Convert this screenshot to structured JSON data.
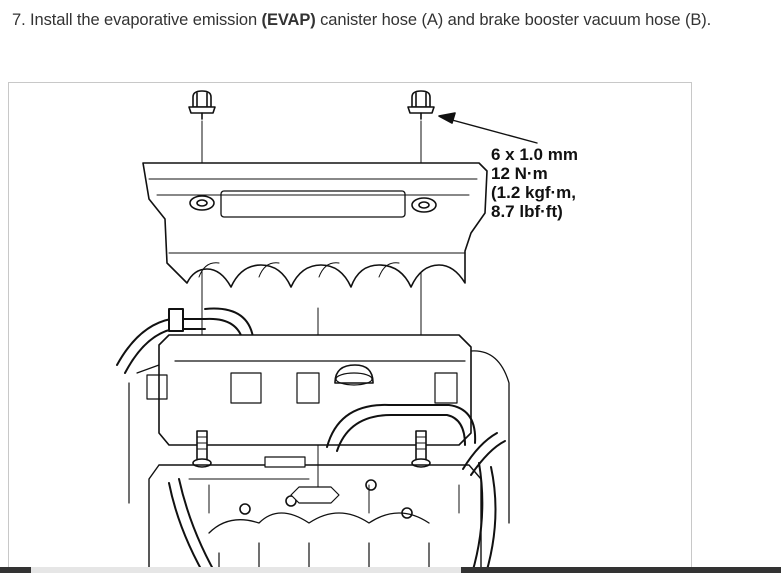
{
  "instruction": {
    "step": "7.",
    "text_before": "Install the evaporative emission ",
    "text_bold": "(EVAP)",
    "text_after": " canister hose (A) and brake booster vacuum hose (B)."
  },
  "figure": {
    "spec_lines": [
      "6 x 1.0 mm",
      "12 N·m",
      "(1.2 kgf·m,",
      "8.7 lbf·ft)"
    ]
  },
  "colors": {
    "text": "#333333",
    "line_art": "#111111",
    "frame_border": "#c8c8c8",
    "bottom_bar": "#333333"
  }
}
